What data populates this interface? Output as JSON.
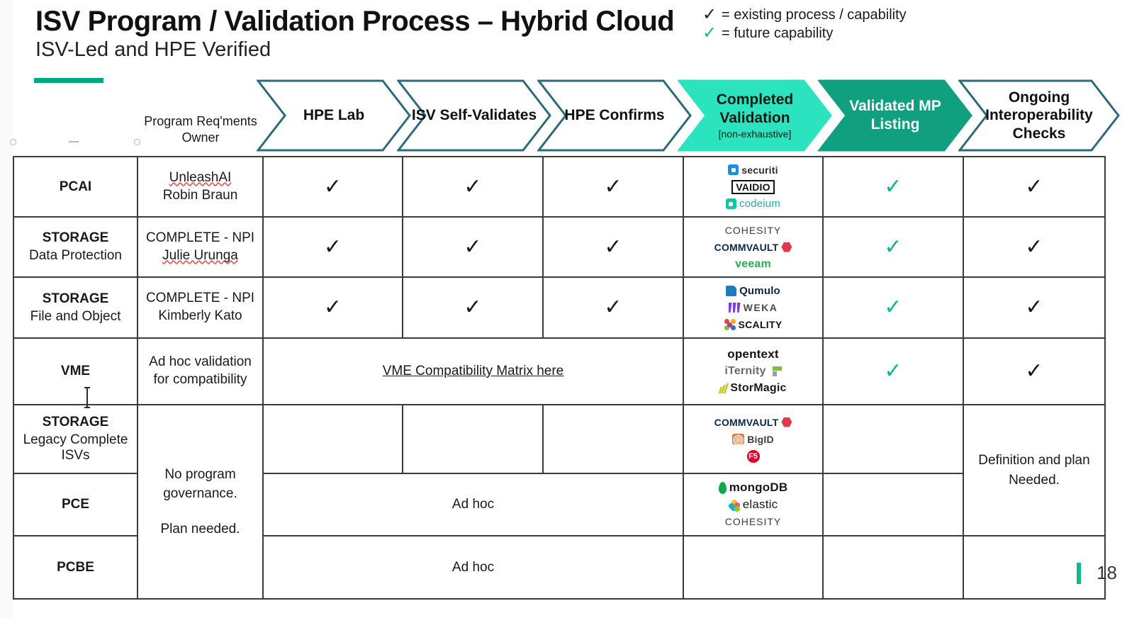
{
  "slide": {
    "title": "ISV Program / Validation Process – Hybrid Cloud",
    "subtitle": "ISV-Led and HPE Verified",
    "page_number": "18",
    "accent_color": "#01A982"
  },
  "legend": {
    "items": [
      {
        "glyph": "✓",
        "color": "#1a1a1a",
        "text": "= existing process / capability"
      },
      {
        "glyph": "✓",
        "color": "#13b98a",
        "text": "= future capability"
      }
    ]
  },
  "header": {
    "owner_label": "Program Req'ments Owner",
    "chevrons": [
      {
        "label": "HPE Lab",
        "sub": "",
        "style": "white"
      },
      {
        "label": "ISV Self-Validates",
        "sub": "",
        "style": "white"
      },
      {
        "label": "HPE Confirms",
        "sub": "",
        "style": "white"
      },
      {
        "label": "Completed Validation",
        "sub": "[non-exhaustive]",
        "style": "mint",
        "fill": "#2BE3BE"
      },
      {
        "label": "Validated MP Listing",
        "sub": "",
        "style": "teal",
        "fill": "#10A07F"
      },
      {
        "label": "Ongoing Interoperability Checks",
        "sub": "",
        "style": "white"
      }
    ],
    "chevron_border": "#2d6b7a"
  },
  "rows": [
    {
      "program": "PCAI",
      "program_sub": "",
      "owner": "UnleashAI",
      "owner_sub": "Robin Braun",
      "owner_misspelled": "UnleashAI",
      "hpe_lab": "✓",
      "isv_self": "✓",
      "hpe_confirms": "✓",
      "mp_listing": "✓",
      "ongoing": "✓",
      "logos": [
        {
          "name": "securiti",
          "text": "securiti"
        },
        {
          "name": "vaidio",
          "text": "VAIDIO"
        },
        {
          "name": "codeium",
          "text": "codeium"
        }
      ]
    },
    {
      "program": "STORAGE",
      "program_sub": "Data Protection",
      "owner": "COMPLETE - NPI",
      "owner_sub": "Julie Urunga",
      "owner_misspelled": "Julie Urunga",
      "hpe_lab": "✓",
      "isv_self": "✓",
      "hpe_confirms": "✓",
      "mp_listing": "✓",
      "ongoing": "✓",
      "logos": [
        {
          "name": "cohesity",
          "text": "COHESITY"
        },
        {
          "name": "commvault",
          "text": "COMMVAULT"
        },
        {
          "name": "veeam",
          "text": "veeam"
        }
      ]
    },
    {
      "program": "STORAGE",
      "program_sub": "File and Object",
      "owner": "COMPLETE - NPI",
      "owner_sub": "Kimberly Kato",
      "owner_misspelled": "",
      "hpe_lab": "✓",
      "isv_self": "✓",
      "hpe_confirms": "✓",
      "mp_listing": "✓",
      "ongoing": "✓",
      "logos": [
        {
          "name": "qumulo",
          "text": "Qumulo"
        },
        {
          "name": "weka",
          "text": "WEKA"
        },
        {
          "name": "scality",
          "text": "SCALITY"
        }
      ]
    },
    {
      "program": "VME",
      "program_sub": "",
      "owner": "Ad hoc validation",
      "owner_sub": "for compatibility",
      "owner_misspelled": "",
      "merged_link": "VME Compatibility Matrix here",
      "mp_listing": "✓",
      "ongoing": "✓",
      "logos": [
        {
          "name": "opentext",
          "text": "opentext"
        },
        {
          "name": "iternity",
          "text": "iTernity"
        },
        {
          "name": "stormagic",
          "text": "StorMagic"
        }
      ]
    },
    {
      "program": "STORAGE",
      "program_sub": "Legacy Complete ISVs",
      "owner": "",
      "owner_sub": "",
      "hpe_lab": "",
      "isv_self": "",
      "hpe_confirms": "",
      "mp_listing": "",
      "ongoing": "",
      "logos": [
        {
          "name": "commvault",
          "text": "COMMVAULT"
        },
        {
          "name": "bigid",
          "text": "BigID"
        },
        {
          "name": "f5",
          "text": "F5"
        }
      ]
    },
    {
      "program": "PCE",
      "program_sub": "",
      "merged_text": "Ad hoc",
      "mp_listing": "",
      "ongoing": "",
      "logos": [
        {
          "name": "mongodb",
          "text": "mongoDB"
        },
        {
          "name": "elastic",
          "text": "elastic"
        },
        {
          "name": "cohesity",
          "text": "COHESITY"
        }
      ]
    },
    {
      "program": "PCBE",
      "program_sub": "",
      "merged_text": "Ad hoc",
      "mp_listing": "",
      "ongoing": "",
      "logos": []
    }
  ],
  "merged_cells": {
    "governance_note": "No program governance.\n\nPlan needed.",
    "governance_line1": "No program governance.",
    "governance_line2": "Plan needed.",
    "ongoing_note_line1": "Definition and plan",
    "ongoing_note_line2": "Needed."
  }
}
